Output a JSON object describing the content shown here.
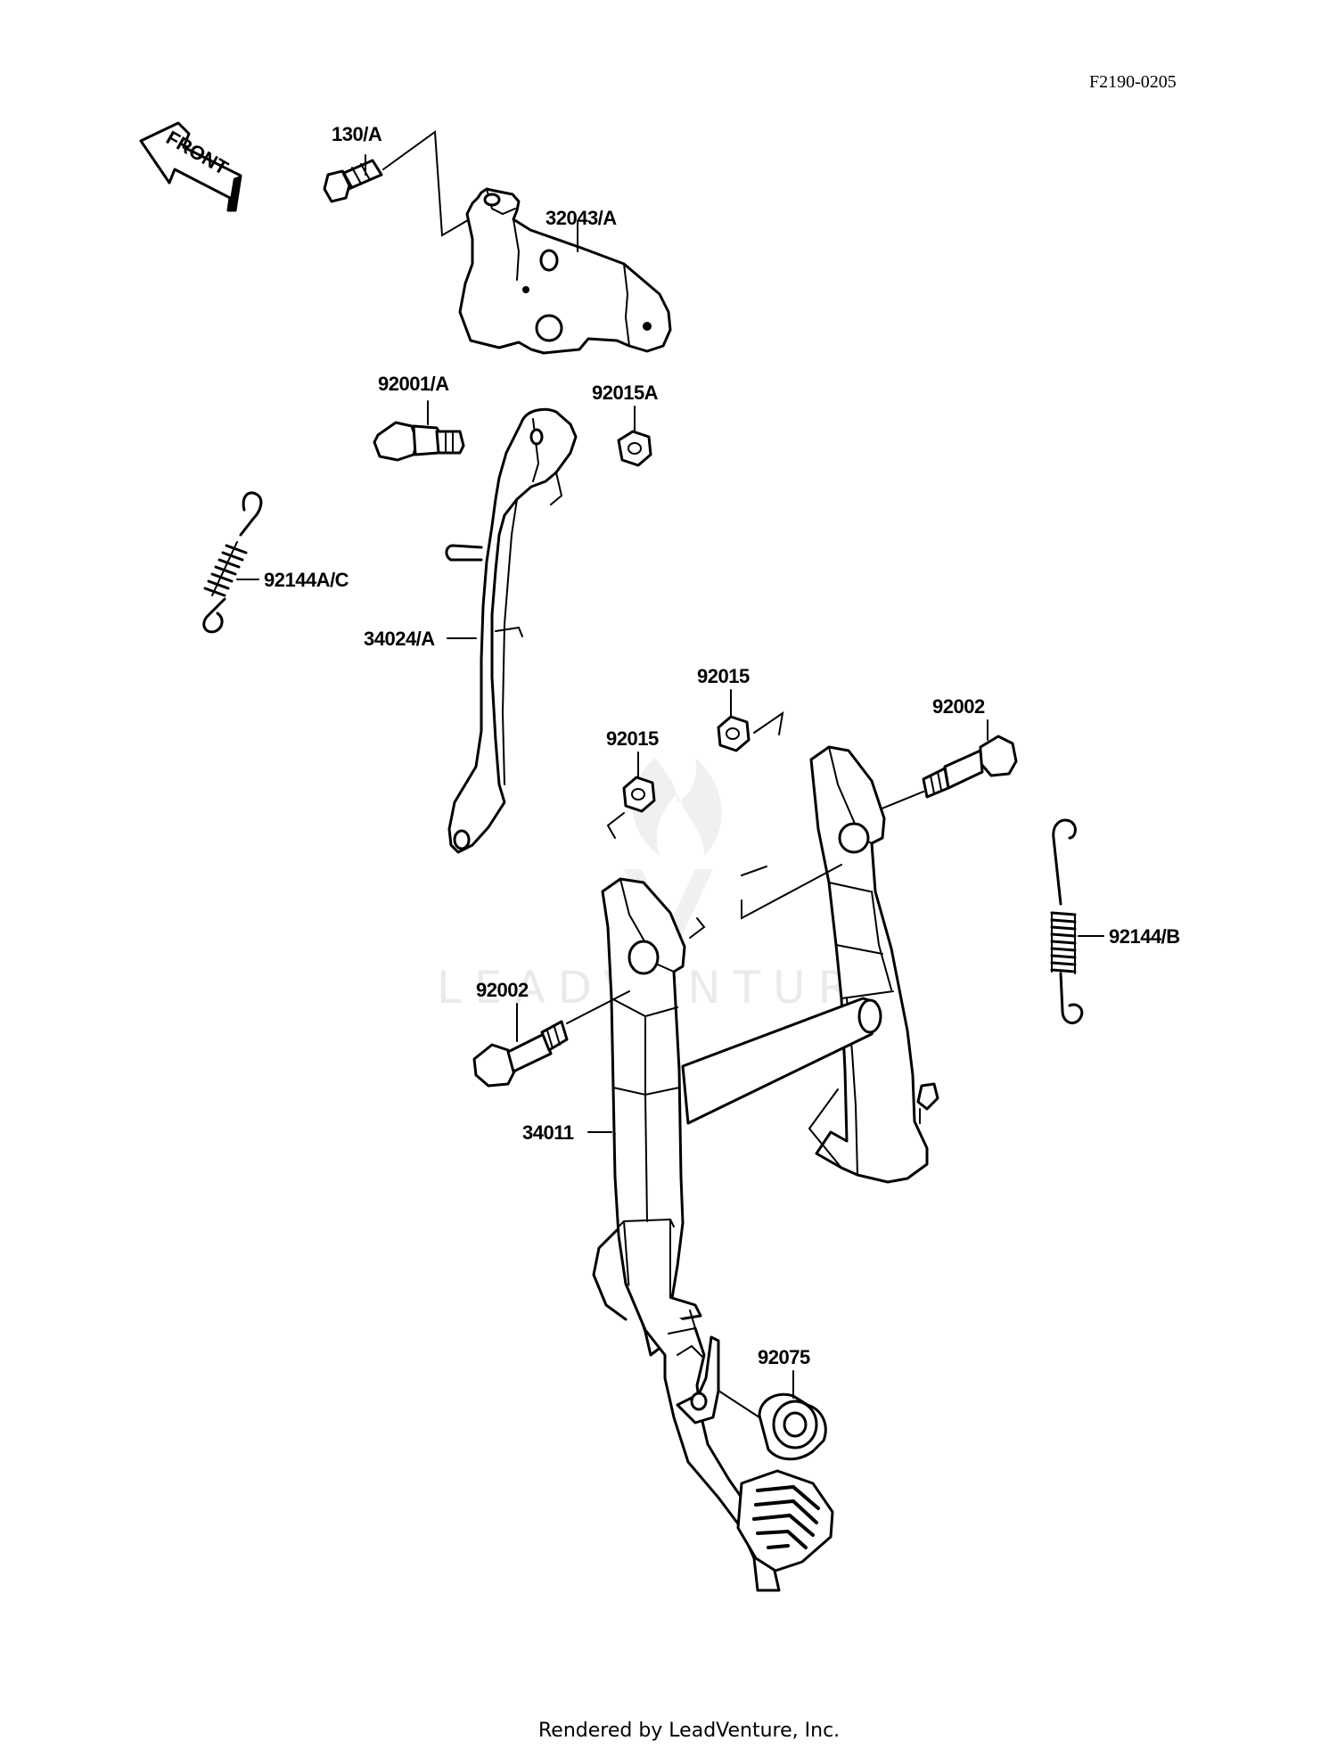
{
  "figure_code": "F2190-0205",
  "front_arrow_text": "FRONT",
  "watermark_text": "LEADVENTURE",
  "footer_text": "Rendered by LeadVenture, Inc.",
  "callouts": {
    "bolt_130": "130/A",
    "bracket_32043": "32043/A",
    "bolt_92001": "92001/A",
    "nut_92015a": "92015A",
    "spring_92144ac": "92144A/C",
    "side_stand_34024": "34024/A",
    "nut_92015_upper": "92015",
    "nut_92015_lower": "92015",
    "bolt_92002_right": "92002",
    "bolt_92002_left": "92002",
    "spring_92144b": "92144/B",
    "main_stand_34011": "34011",
    "bearing_92075": "92075"
  }
}
